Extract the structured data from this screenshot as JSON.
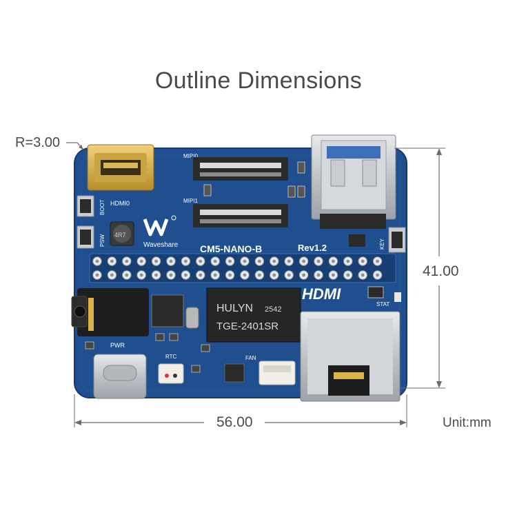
{
  "title": "Outline Dimensions",
  "dimensions": {
    "corner_radius": "R=3.00",
    "height": "41.00",
    "width": "56.00",
    "unit": "Unit:mm"
  },
  "board": {
    "colors": {
      "pcb": "#1f4f8f",
      "pcb_dark": "#173f74",
      "gold": "#d9b24a",
      "silver": "#c9ccd0",
      "connector": "#2a2a2a",
      "pad": "#e9e9e9"
    },
    "silkscreen": {
      "model": "CM5-NANO-B",
      "revision": "Rev1.2",
      "brand": "Waveshare",
      "hdmi_logo": "HDMI",
      "mipi0": "MIPI0",
      "mipi1": "MIPI1",
      "hdmi0": "HDMI0",
      "boot": "BOOT",
      "psw": "PSW",
      "key": "KEY",
      "stat": "STAT",
      "pwr": "PWR",
      "rtc": "RTC",
      "fan": "FAN",
      "inductor": "4R7",
      "magnetics_brand": "HULYN",
      "magnetics_code": "2542",
      "magnetics_part": "TGE-2401SR"
    }
  }
}
